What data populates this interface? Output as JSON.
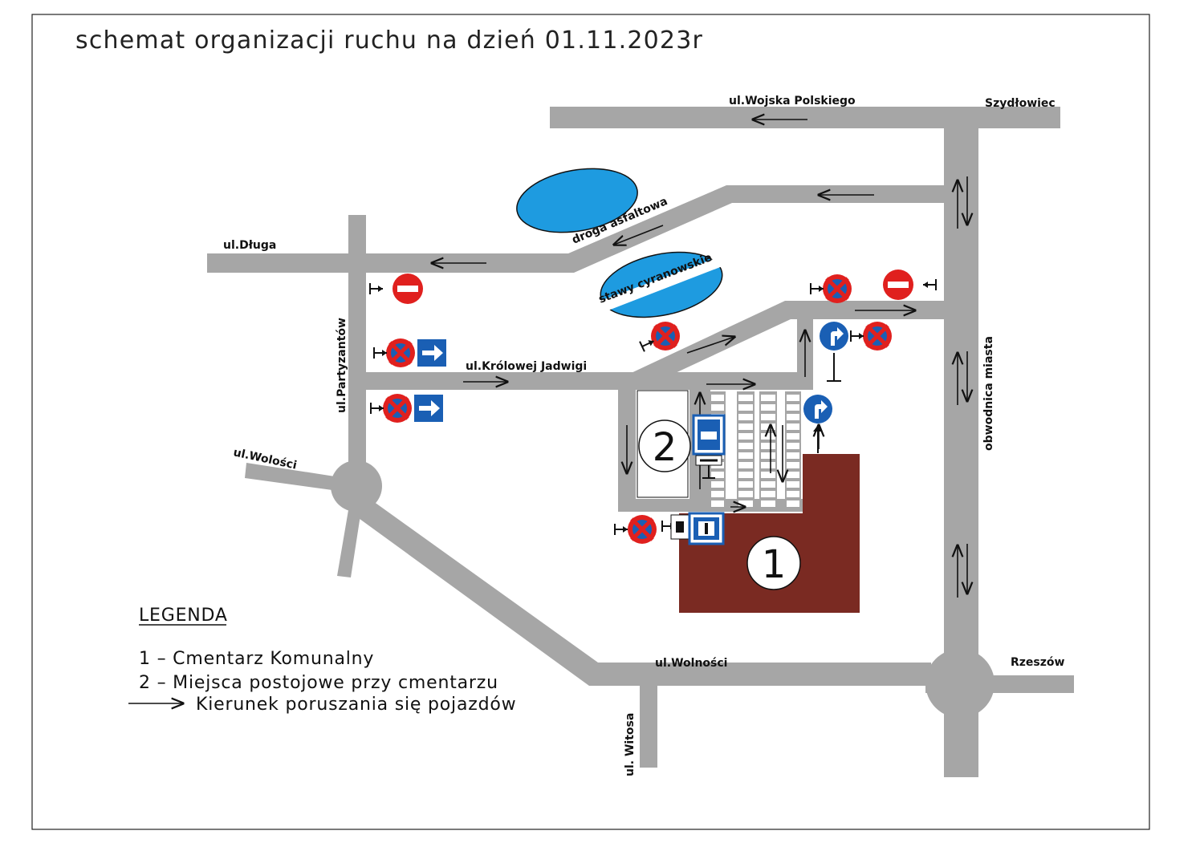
{
  "title": "schemat organizacji ruchu na dzień 01.11.2023r",
  "streets": {
    "wojska_polskiego": "ul.Wojska Polskiego",
    "dluga": "ul.Długa",
    "krolowej_jadwigi": "ul.Królowej Jadwigi",
    "partyzantow": "ul.Partyzantów",
    "wolosci": "ul.Wolości",
    "wolnosci": "ul.Wolności",
    "witosa": "ul. Witosa",
    "obwodnica": "obwodnica miasta",
    "droga_asfaltowa": "droga asfaltowa"
  },
  "directions": {
    "szydlowiec": "Szydłowiec",
    "rzeszow": "Rzeszów"
  },
  "ponds": {
    "label": "stawy cyranowskie"
  },
  "markers": {
    "cemetery": "1",
    "parking": "2"
  },
  "legend": {
    "heading": "LEGENDA",
    "item1": "1 – Cmentarz Komunalny",
    "item2": "2 – Miejsca postojowe przy cmentarzu",
    "item3": "Kierunek poruszania się pojazdów"
  },
  "colors": {
    "road": "#a6a6a6",
    "pond": "#1e9be0",
    "cemetery": "#7a2a22",
    "sign_red": "#e0201e",
    "sign_blue": "#1a5fb4"
  },
  "icons": {
    "no_stopping": "no-stopping-sign-icon",
    "no_entry": "no-entry-sign-icon",
    "one_way": "one-way-sign-icon",
    "turn_right": "turn-right-sign-icon",
    "parking": "parking-sign-icon"
  }
}
